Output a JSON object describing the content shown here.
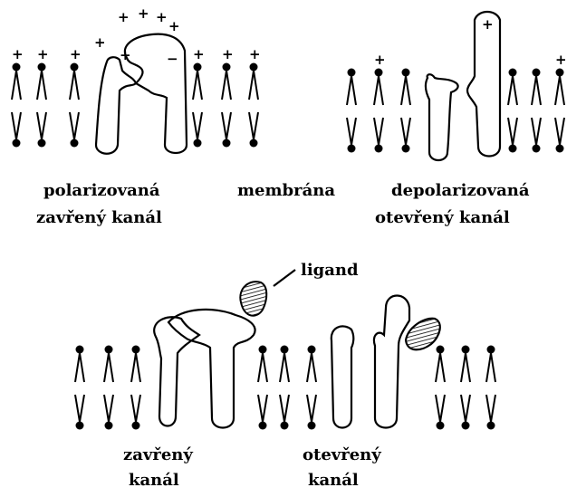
{
  "panel_top": {
    "left_label_line1": "polarizovaná",
    "left_label_line2": "zavřený kanál",
    "center_label": "membrána",
    "right_label_line1": "depolarizovaná",
    "right_label_line2": "otevřený kanál",
    "plus_sign": "+",
    "minus_sign": "−"
  },
  "panel_bottom": {
    "ligand_label": "ligand",
    "left_label_line1": "zavřený",
    "left_label_line2": "kanál",
    "right_label_line1": "otevřený",
    "right_label_line2": "kanál"
  },
  "colors": {
    "ink": "#000000",
    "background": "#ffffff"
  }
}
